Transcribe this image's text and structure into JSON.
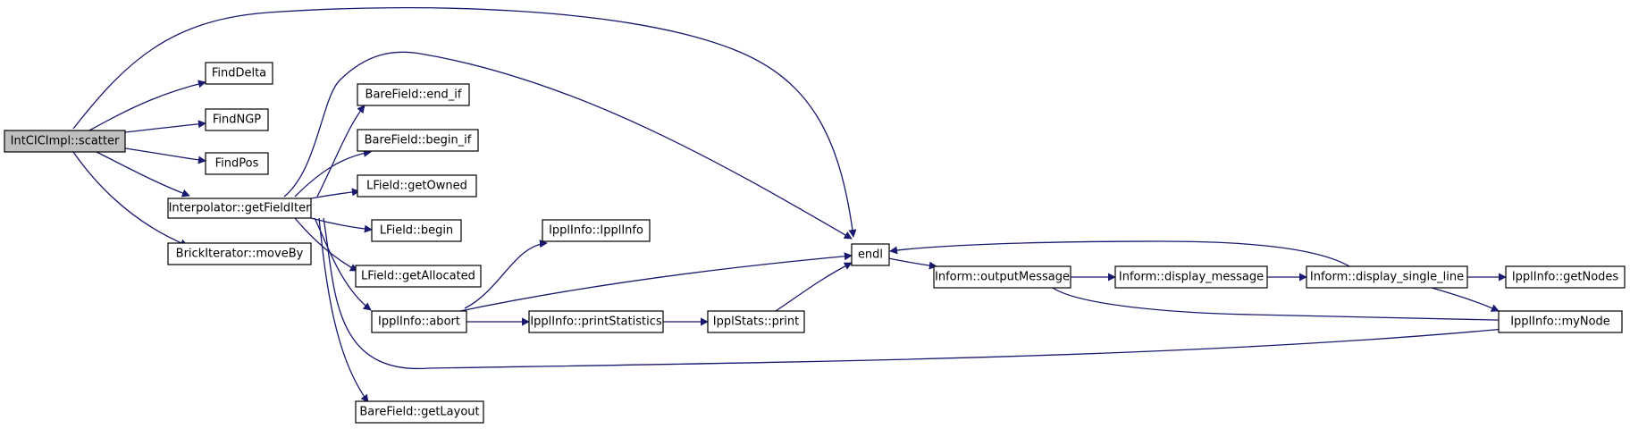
{
  "graph": {
    "edge_color": "#191970",
    "root_fill": "#bfbfbf",
    "nodes": [
      {
        "id": "scatter",
        "label": "IntCICImpl::scatter",
        "root": true
      },
      {
        "id": "finddelta",
        "label": "FindDelta"
      },
      {
        "id": "findngp",
        "label": "FindNGP"
      },
      {
        "id": "findpos",
        "label": "FindPos"
      },
      {
        "id": "getfielditer",
        "label": "Interpolator::getFieldIter"
      },
      {
        "id": "moveby",
        "label": "BrickIterator::moveBy"
      },
      {
        "id": "end_if",
        "label": "BareField::end_if"
      },
      {
        "id": "begin_if",
        "label": "BareField::begin_if"
      },
      {
        "id": "getowned",
        "label": "LField::getOwned"
      },
      {
        "id": "lbegin",
        "label": "LField::begin"
      },
      {
        "id": "getallocated",
        "label": "LField::getAllocated"
      },
      {
        "id": "abort",
        "label": "IpplInfo::abort"
      },
      {
        "id": "getlayout",
        "label": "BareField::getLayout"
      },
      {
        "id": "ipplinfo",
        "label": "IpplInfo::IpplInfo"
      },
      {
        "id": "printstatistics",
        "label": "IpplInfo::printStatistics"
      },
      {
        "id": "endl",
        "label": "endl"
      },
      {
        "id": "statsprint",
        "label": "IpplStats::print"
      },
      {
        "id": "outputmessage",
        "label": "Inform::outputMessage"
      },
      {
        "id": "display_message",
        "label": "Inform::display_message"
      },
      {
        "id": "display_single_line",
        "label": "Inform::display_single_line"
      },
      {
        "id": "getnodes",
        "label": "IpplInfo::getNodes"
      },
      {
        "id": "mynode",
        "label": "IpplInfo::myNode"
      }
    ]
  }
}
